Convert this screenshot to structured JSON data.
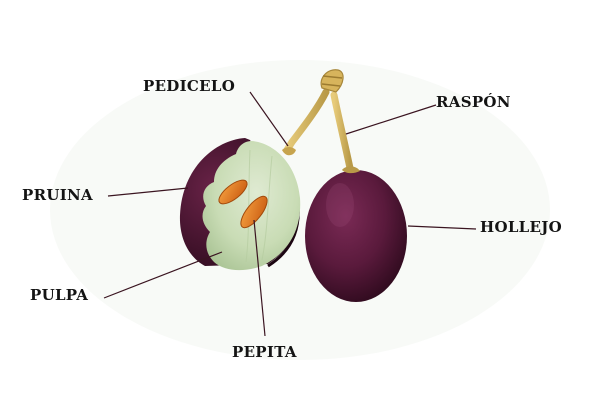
{
  "labels": {
    "pedicelo": "PEDICELO",
    "raspon": "RASPÓN",
    "pruina": "PRUINA",
    "hollejo": "HOLLEJO",
    "pulpa": "PULPA",
    "pepita": "PEPITA"
  },
  "colors": {
    "skin": "#4a1230",
    "pulp": "#c8dcb4",
    "seed": "#e0761e",
    "stem": "#d9b860",
    "leader": "#3a1420"
  }
}
